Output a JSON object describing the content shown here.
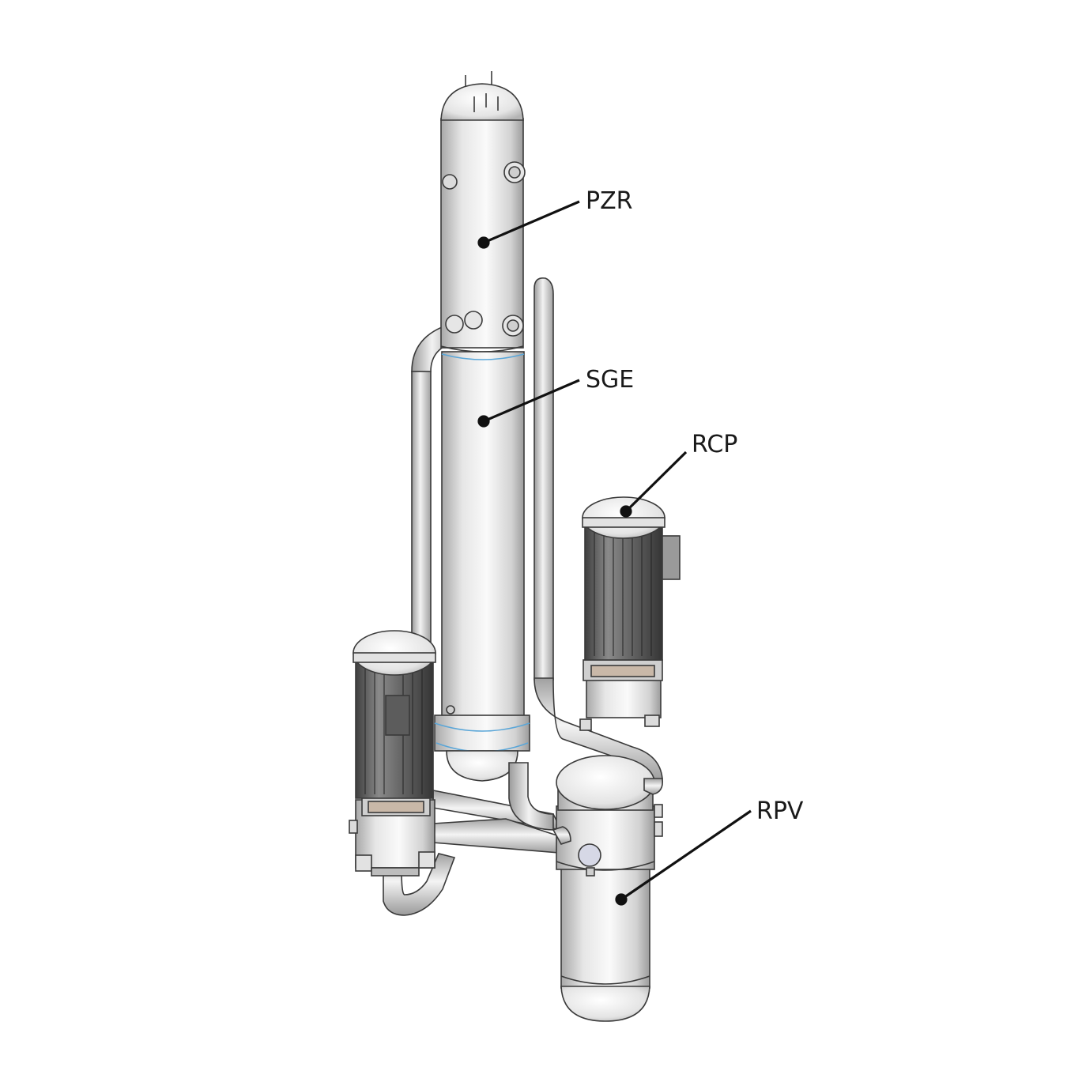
{
  "labels": {
    "pzr": "PZR",
    "sge": "SGE",
    "rcp": "RCP",
    "rpv": "RPV"
  },
  "colors": {
    "metal_light": "#f4f4f4",
    "metal_mid": "#d6d6d6",
    "metal_dark": "#9a9a9a",
    "outline": "#3a3a3a",
    "accent_blue": "#5aa6d8",
    "motor_dark": "#5c5c5c",
    "leader": "#111111"
  }
}
